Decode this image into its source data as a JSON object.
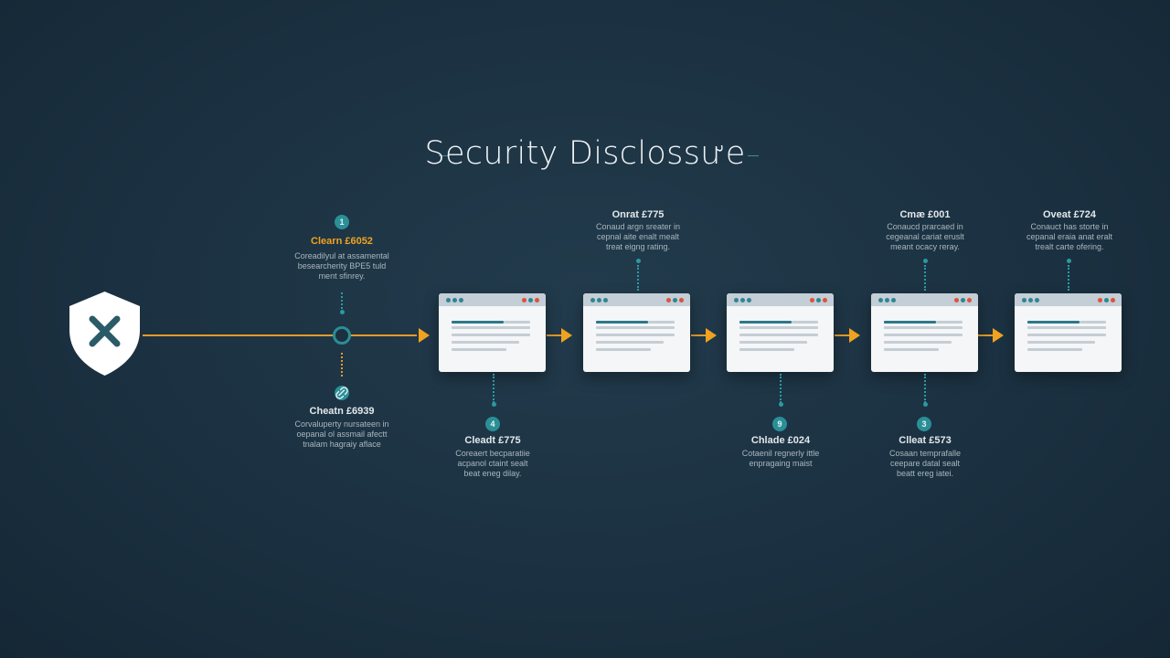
{
  "title": "Security Disclossưe",
  "icons": {
    "shield": "shield-x-icon",
    "card": "browser-window-icon"
  },
  "colors": {
    "background": "#1b3141",
    "accent_orange": "#f0a321",
    "accent_teal": "#2a8f97",
    "card_red_dot": "#e0503b"
  },
  "nodes": [
    {
      "badge": "1",
      "title": "Clearn £6052",
      "desc": [
        "Coreadilyul at assamental",
        "besearcherity BPE5 tuld",
        "ment sfinrey."
      ]
    },
    {
      "badge": "",
      "title": "Cheatn £6939",
      "desc": [
        "Corvaluperty nursateen in",
        "oepanal ol assmail afectt",
        "tnalam hagraiy aflace"
      ]
    }
  ],
  "stages": [
    {
      "top": {
        "title": "Onrat £775",
        "desc": [
          "Conaud argn sreater in",
          "cepnal aite enalt mealt",
          "treat eigng rating."
        ]
      },
      "bottom": {
        "badge": "4",
        "title": "Cleadt £775",
        "desc": [
          "Coreaert becparatiie",
          "acpanol ctaint sealt",
          "beat eneg dilay."
        ]
      }
    },
    {
      "top": null,
      "bottom": null
    },
    {
      "top": null,
      "bottom": {
        "badge": "9",
        "title": "Chlade £024",
        "desc": [
          "Cotaenil regnerly ittle",
          "enpragaing maist"
        ]
      }
    },
    {
      "top": {
        "title": "Cmæ £001",
        "desc": [
          "Conaucd prarcaed in",
          "cegeanal cariat eruslt",
          "meant ocacy reray."
        ]
      },
      "bottom": {
        "badge": "3",
        "title": "Clleat £573",
        "desc": [
          "Cosaan temprafalle",
          "ceepare datal sealt",
          "beatt ereg iatei."
        ]
      }
    },
    {
      "top": {
        "title": "Oveat £724",
        "desc": [
          "Conauct has storte in",
          "cepanal eraia anat eralt",
          "trealt carte ofering."
        ]
      },
      "bottom": null
    }
  ]
}
